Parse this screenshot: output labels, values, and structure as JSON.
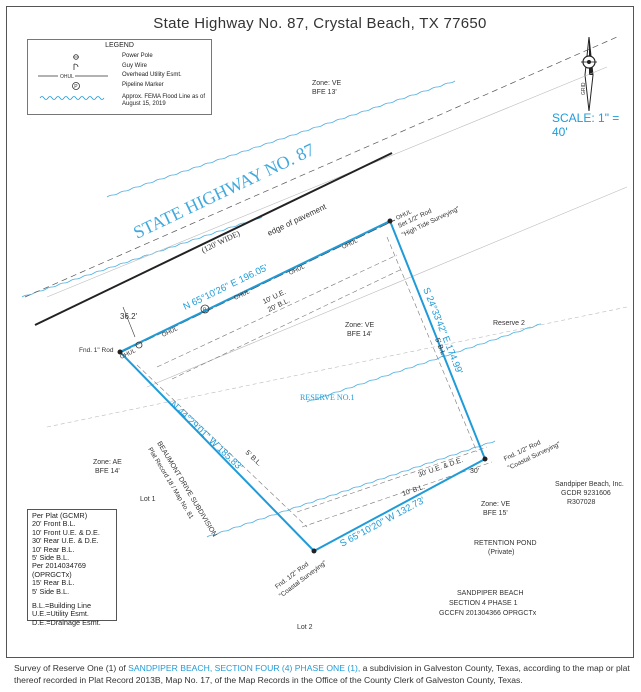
{
  "header": {
    "title": "State Highway No. 87, Crystal Beach, TX 77650"
  },
  "legend": {
    "title": "LEGEND",
    "items": [
      {
        "symbol": "power-pole-symbol",
        "label": "Power Pole"
      },
      {
        "symbol": "guy-wire-symbol",
        "label": "Guy Wire"
      },
      {
        "symbol": "ohul-line-symbol",
        "code": "OHUL",
        "label": "Overhead Utility Esmt."
      },
      {
        "symbol": "pipeline-marker-symbol",
        "code": "P",
        "label": "Pipeline Marker"
      },
      {
        "symbol": "flood-line-symbol",
        "label": "Approx. FEMA Flood Line as of August 15, 2019"
      }
    ]
  },
  "scale": {
    "text": "SCALE:  1\" = 40'"
  },
  "north_arrow": {
    "label": "GRID"
  },
  "map": {
    "highway_name": "STATE HIGHWAY NO. 87",
    "highway_width": "(120' WIDE)",
    "edge_of_pavement": "edge of pavement",
    "dist_pavement": "36.2'",
    "zone_top": "Zone: VE",
    "bfe_top": "BFE 13'",
    "zone_mid": "Zone: VE",
    "bfe_mid": "BFE 14'",
    "zone_ae": "Zone: AE",
    "bfe_ae": "BFE 14'",
    "zone_br": "Zone: VE",
    "bfe_br": "BFE 15'",
    "reserve_one": "RESERVE NO.1",
    "reserve_two": "Reserve 2",
    "lot_one": "Lot 1",
    "lot_two": "Lot 2",
    "ohul": "OHUL",
    "bearing_north": "N 65°10'26\" E  196.05'",
    "bearing_east": "S 24°33'42\" E  174.99'",
    "bearing_south": "S 65°10'20\" W  132.73'",
    "bearing_west": "N 44°29'01\" W  185.83'",
    "front_ue": "10' U.E.",
    "front_bl": "20' B.L.",
    "side_bl_east": "5' B.L.",
    "side_bl_west": "5' B.L.",
    "rear_ue": "30' U.E. & D.E.",
    "rear_bl": "10' B.L.",
    "dim_30": "30'",
    "set_rod": "Set 1/2\" Rod",
    "set_rod_sub": "\"High Tide Surveying\"",
    "fnd_rod_nw": "Fnd. 1\" Rod",
    "fnd_rod_se": "Fnd. 1/2\" Rod",
    "fnd_rod_se_sub": "\"Coastal Surveying\"",
    "fnd_rod_sw": "Fnd. 1/2\" Rod",
    "fnd_rod_sw_sub": "\"Coastal Surveying\"",
    "beaumont_1": "BEAUMONT DRIVE SUBDIVISION",
    "beaumont_2": "Plat Record 18 / Map No. 81",
    "retention": "RETENTION POND",
    "retention_sub": "(Private)",
    "sandpiper_inc_1": "Sandpiper Beach, Inc.",
    "sandpiper_inc_2": "GCDR 9231606",
    "sandpiper_inc_3": "R307028",
    "sandpiper_beach_1": "SANDPIPER BEACH",
    "sandpiper_beach_2": "SECTION 4 PHASE 1",
    "sandpiper_beach_3": "GCCFN 201304366 OPRGCTx"
  },
  "notes": {
    "lines": [
      "Per Plat (GCMR)",
      "20' Front B.L.",
      "10' Front U.E. & D.E.",
      "30' Rear U.E. & D.E.",
      "10' Rear B.L.",
      "5' Side B.L.",
      "Per 2014034769",
      "(OPRGCTx)",
      "15' Rear B.L.",
      "5' Side B.L.",
      "",
      "B.L.=Building Line",
      "U.E.=Utility Esmt.",
      "D.E.=Drainage Esmt."
    ]
  },
  "footer": {
    "part1": "Survey of Reserve One (1) of ",
    "highlight": "SANDPIPER BEACH, SECTION FOUR (4) PHASE ONE (1),",
    "part2": " a subdivision in Galveston County, Texas, according to the map or plat thereof recorded in Plat Record 2013B, Map No. 17, of the Map Records in the Office of the County Clerk of Galveston County, Texas."
  },
  "colors": {
    "accent": "#1f9bd8",
    "line": "#222222",
    "dashed": "#777777"
  }
}
